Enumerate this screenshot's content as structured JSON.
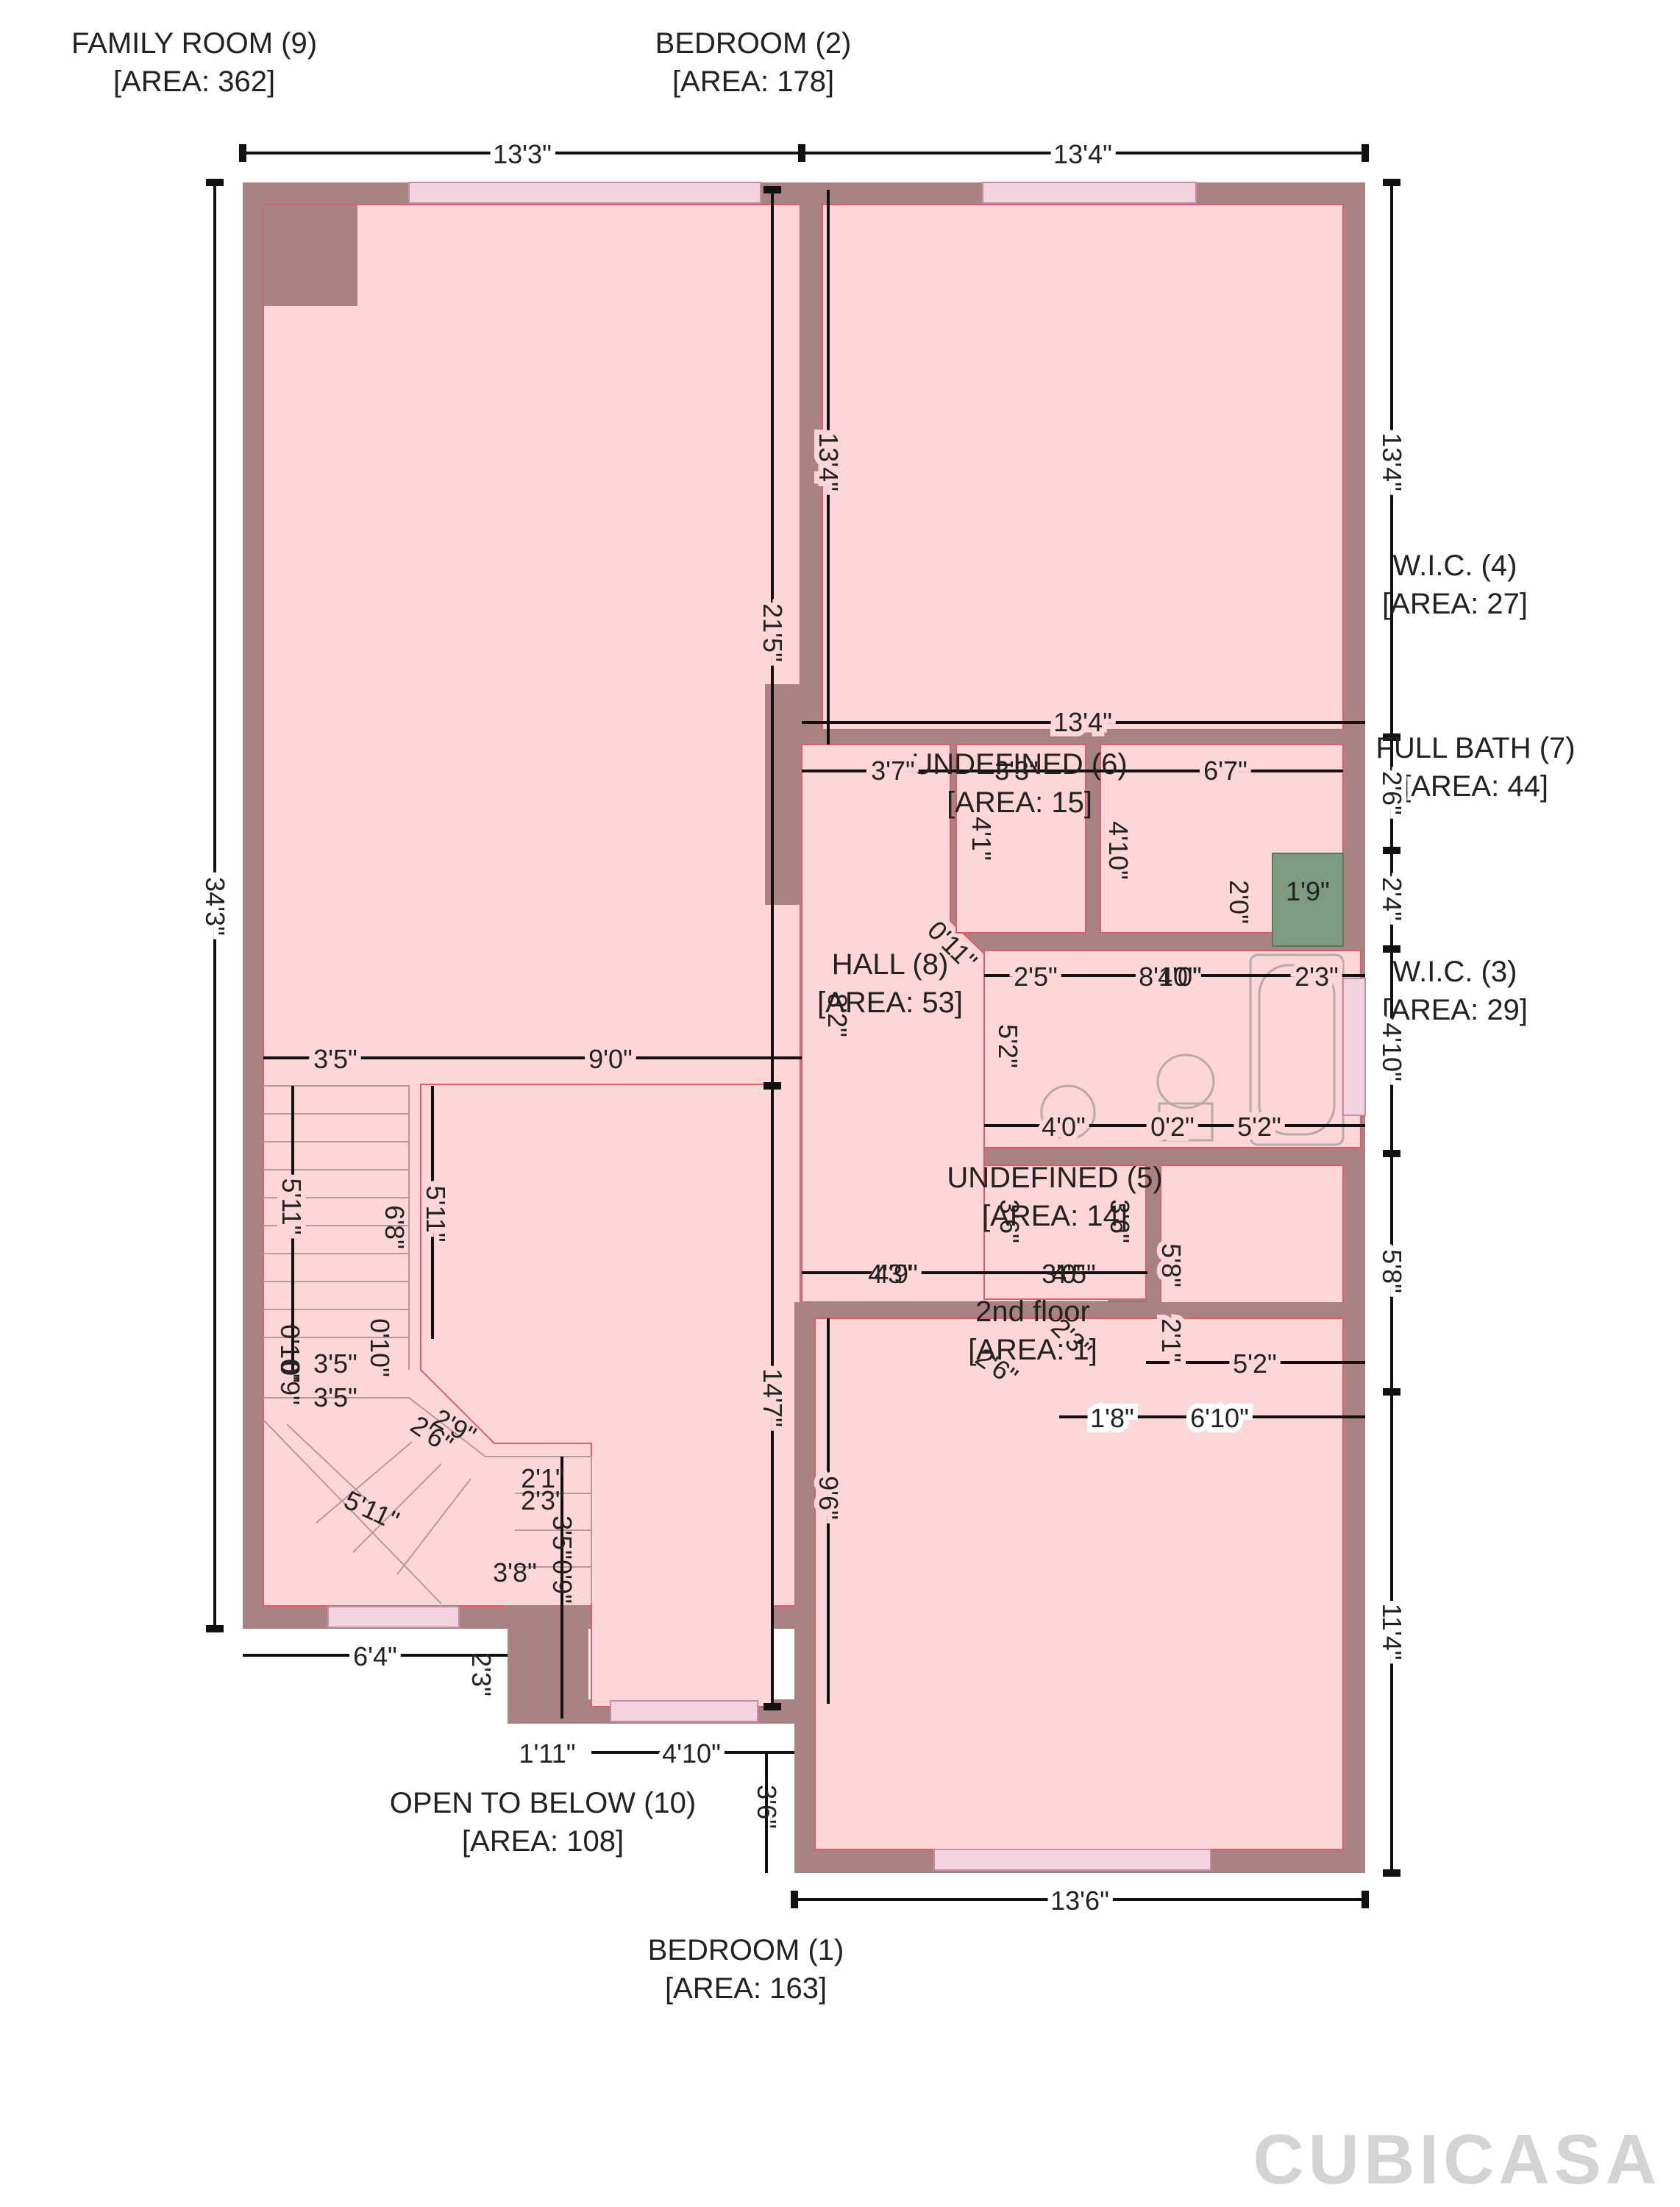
{
  "rooms": {
    "family_room": {
      "name": "FAMILY ROOM (9)",
      "area": "[AREA: 362]"
    },
    "bedroom_2": {
      "name": "BEDROOM (2)",
      "area": "[AREA: 178]"
    },
    "wic_4": {
      "name": "W.I.C. (4)",
      "area": "[AREA: 27]"
    },
    "full_bath_7": {
      "name": "FULL BATH (7)",
      "area": "[AREA: 44]"
    },
    "undefined_6": {
      "name": "UNDEFINED (6)",
      "area": "[AREA: 15]"
    },
    "hall_8": {
      "name": "HALL (8)",
      "area": "[AREA: 53]"
    },
    "wic_3": {
      "name": "W.I.C. (3)",
      "area": "[AREA: 29]"
    },
    "undefined_5": {
      "name": "UNDEFINED (5)",
      "area": "[AREA: 14]"
    },
    "second_floor": {
      "name": "2nd floor",
      "area": "[AREA: 1]"
    },
    "open_to_below": {
      "name": "OPEN TO BELOW (10)",
      "area": "[AREA: 108]"
    },
    "bedroom_1": {
      "name": "BEDROOM (1)",
      "area": "[AREA: 163]"
    }
  },
  "dimensions": {
    "top_left": "13'3\"",
    "top_right": "13'4\"",
    "left_total": "34'3\"",
    "right_bedroom2": "13'4\"",
    "bedroom2_inner_height": "13'4\"",
    "bedroom2_width_lower": "13'4\"",
    "family_room_height": "21'5\"",
    "hall_left": "3'7\"",
    "undefined6_width": "3'3\"",
    "bath_width_top": "6'7\"",
    "right_2_6": "2'6\"",
    "right_2_4": "2'4\"",
    "right_4_10": "4'10\"",
    "right_5_8": "5'8\"",
    "right_11_4": "11'4\"",
    "undef6_h": "4'1\"",
    "undef6_h2": "4'10\"",
    "green_h": "2'0\"",
    "green_w": "1'9\"",
    "diag_0_11": "0'11\"",
    "hall_2_5": "2'5\"",
    "hall_8_10": "8'10\"",
    "bath_4_0": "4'0\"",
    "bath_2_3": "2'3\"",
    "hall_5_2": "5'2\"",
    "hall_8_2": "8'2\"",
    "bath_4_0b": "4'0\"",
    "bath_0_2": "0'2\"",
    "bath_5_2": "5'2\"",
    "stair_3_5": "3'5\"",
    "family_9_0": "9'0\"",
    "stair_5_11": "5'11\"",
    "stair_6_8": "6'8\"",
    "open_5_11": "5'11\"",
    "stair_0_10a": "0'10\"",
    "stair_0_10b": "0'10\"",
    "stair_0_9": "0'9\"",
    "stair_3_5b": "3'5\"",
    "stair_3_5c": "3'5\"",
    "stair_2_9": "2'9\"",
    "stair_2_6": "2'6\"",
    "stair_5_11b": "5'11\"",
    "stair_2_1": "2'1\"",
    "stair_2_3": "2'3\"",
    "stair_3_5d": "3'5\"",
    "stair_0_9b": "0'9\"",
    "stair_3_8": "3'8\"",
    "open_14_7": "14'7\"",
    "bottom_6_4": "6'4\"",
    "bottom_2_3": "2'3\"",
    "bottom_1_11": "1'11\"",
    "bottom_4_10": "4'10\"",
    "bottom_3_6": "3'6\"",
    "bedroom1_width": "13'6\"",
    "bedroom1_9_6": "9'6\"",
    "hall_4_9": "4'9\"",
    "hall_4_3": "4'3\"",
    "u5_3_0": "3'0\"",
    "u5_4_5": "4'5\"",
    "u5_3_6": "3'6\"",
    "u5_3_6b": "3'6\"",
    "wic3_5_8": "5'8\"",
    "wic3_2_1": "2'1\"",
    "wic3_5_2": "5'2\"",
    "landing_2_6": "2'6\"",
    "landing_2_3": "2'3\"",
    "landing_1_8": "1'8\"",
    "landing_6_10": "6'10\""
  },
  "brand": "CUBICASA"
}
